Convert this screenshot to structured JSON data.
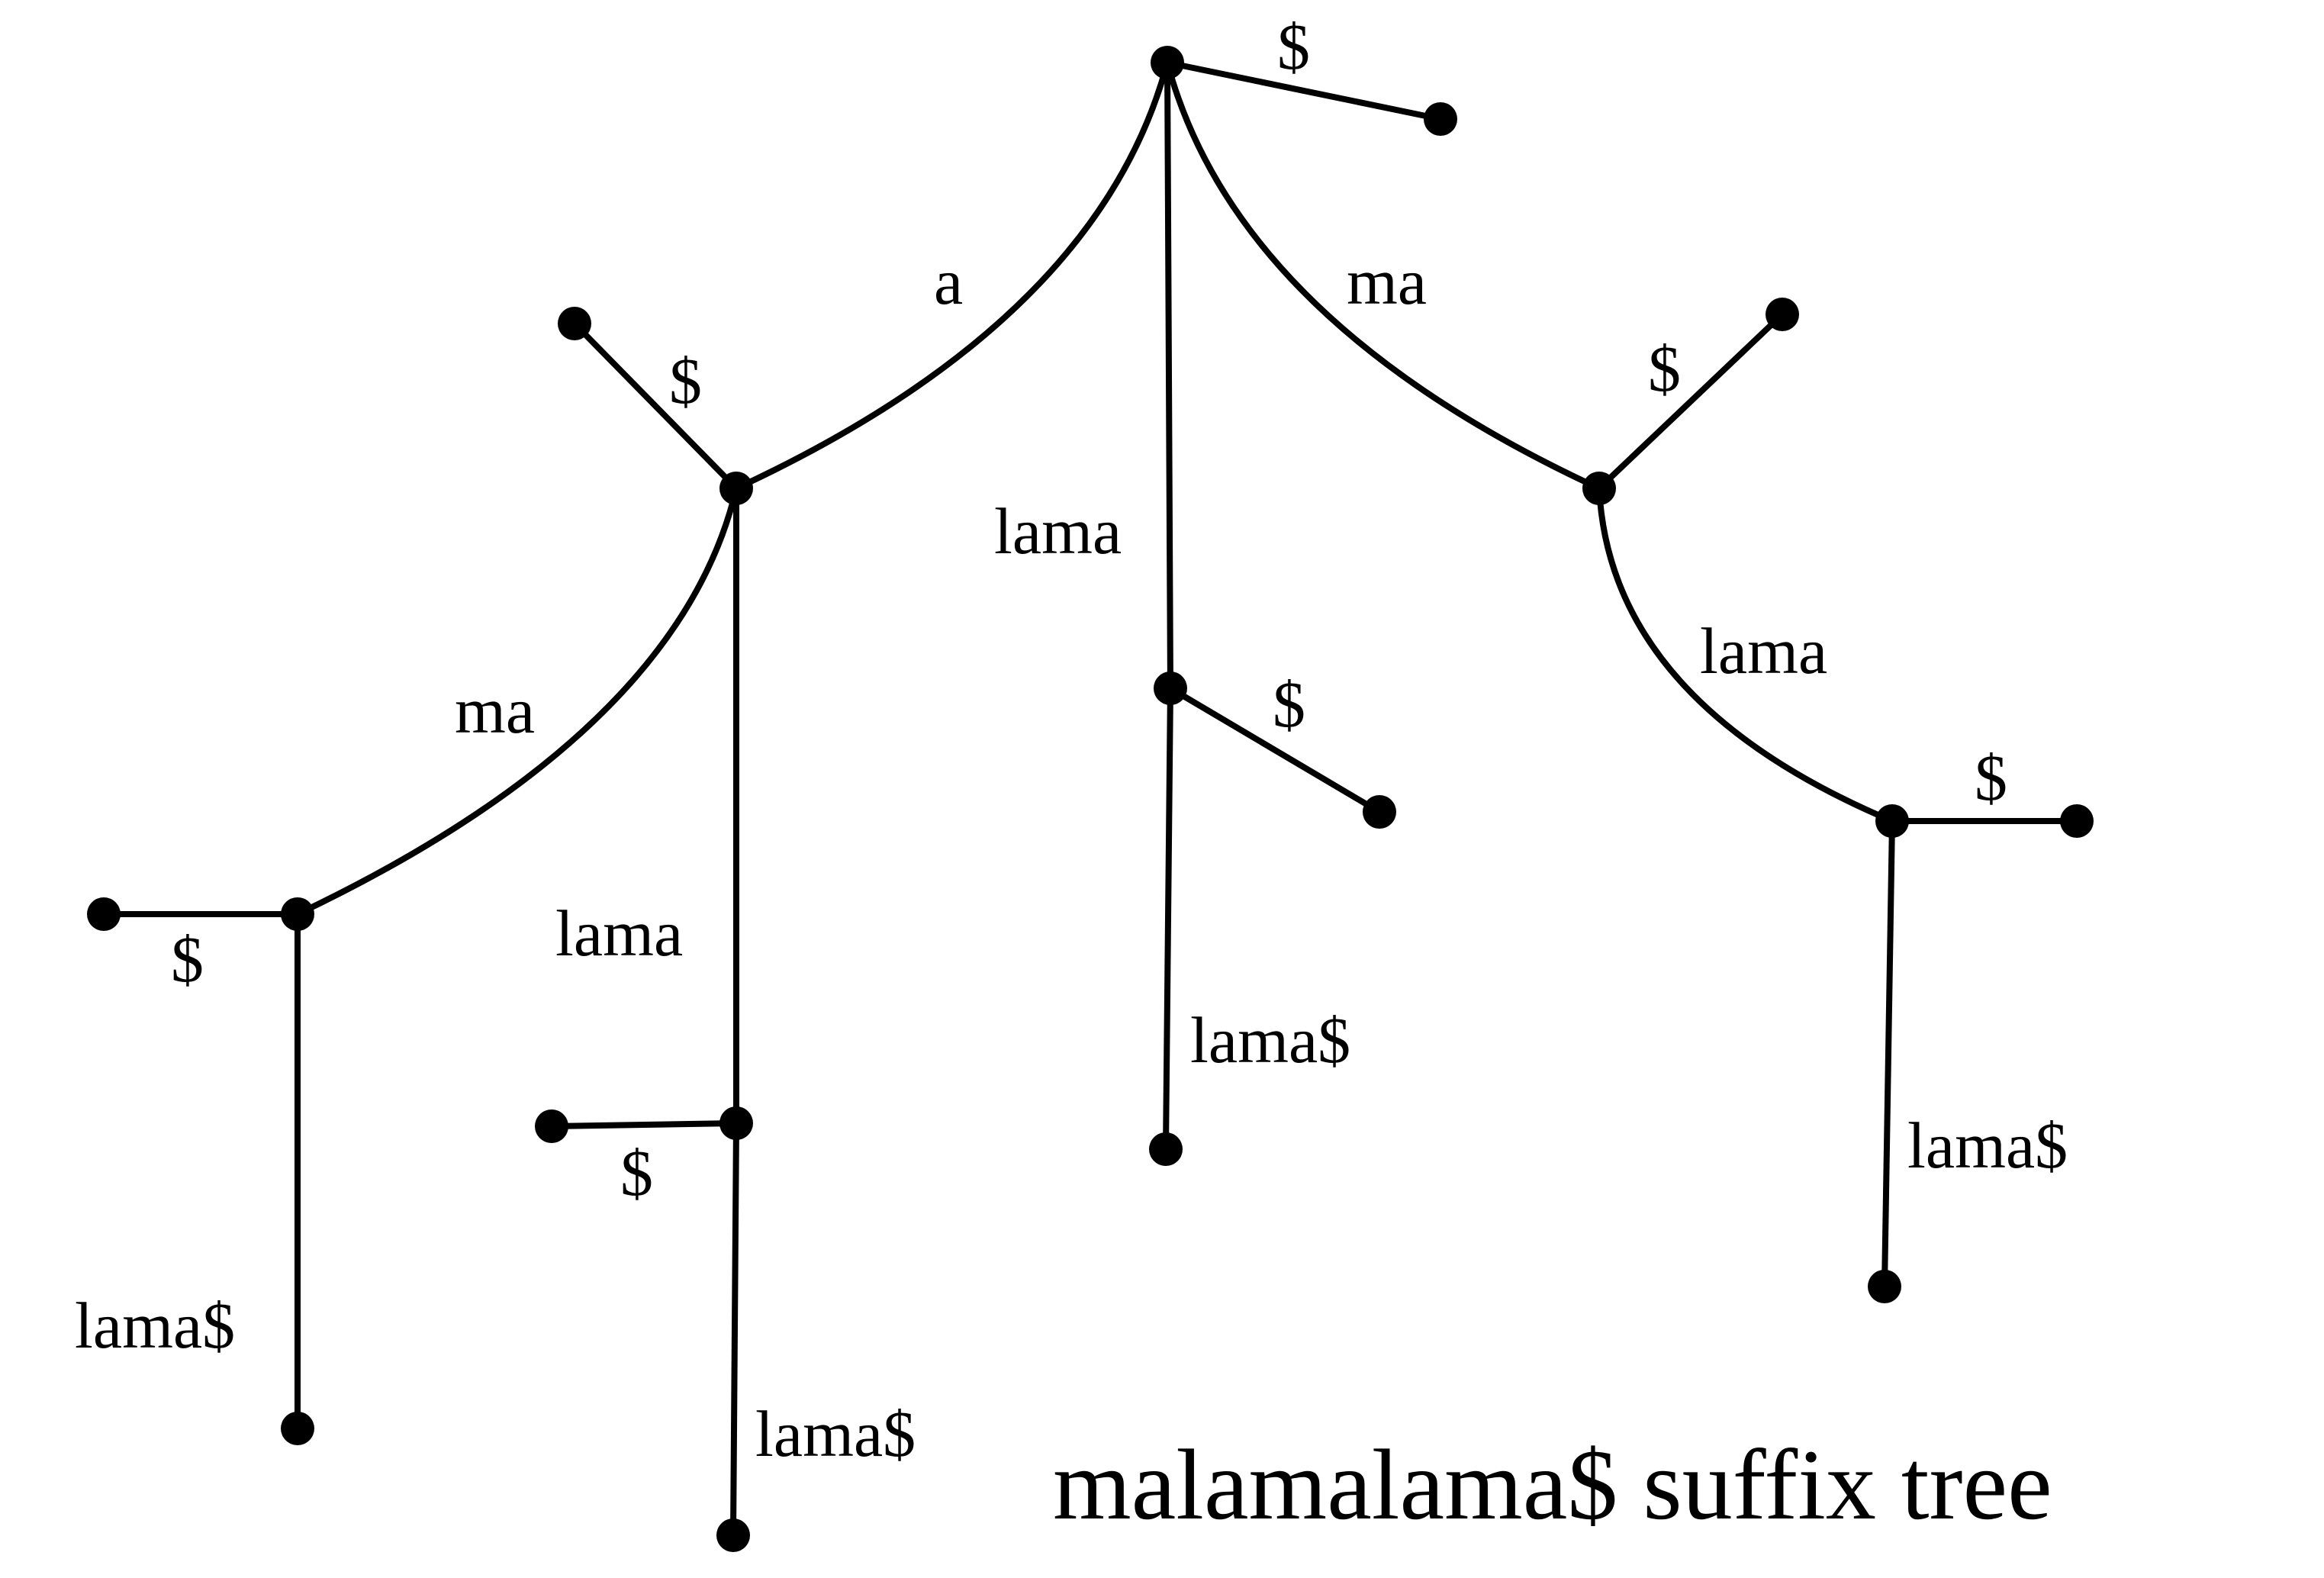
{
  "caption": "malamalama$ suffix tree",
  "colors": {
    "ink": "#000000",
    "background": "#ffffff"
  },
  "edges": {
    "root_dollar": "$",
    "root_a": "a",
    "root_lama": "lama",
    "root_ma": "ma",
    "a_dollar": "$",
    "a_ma": "ma",
    "a_lama": "lama",
    "ama_dollar": "$",
    "ama_lama": "lama$",
    "alama_dollar": "$",
    "alama_lama": "lama$",
    "lama_dollar": "$",
    "lama_lama": "lama$",
    "ma_dollar": "$",
    "ma_lama": "lama",
    "malama_dollar": "$",
    "malama_lama": "lama$"
  }
}
